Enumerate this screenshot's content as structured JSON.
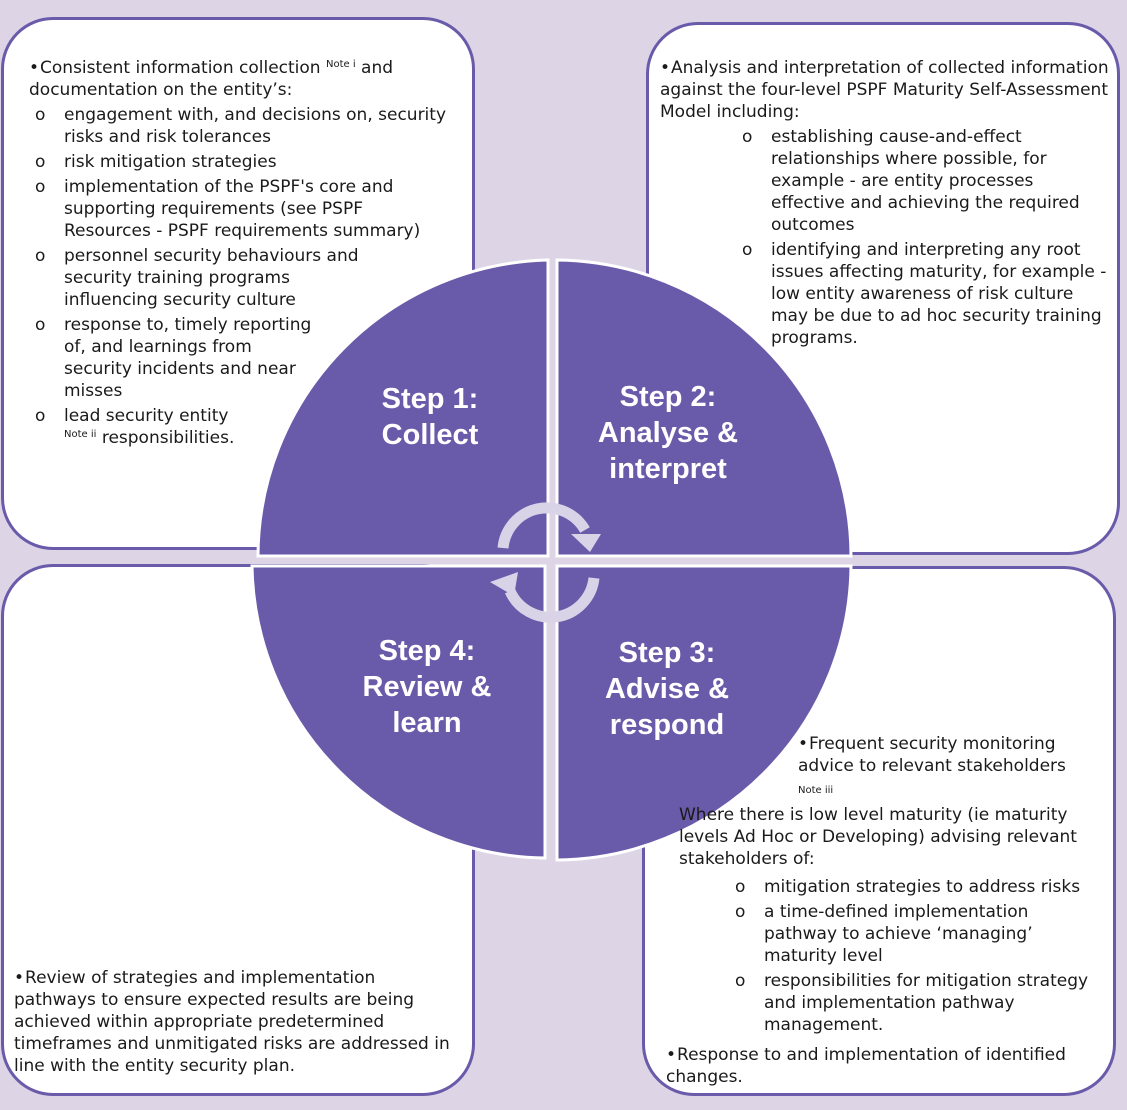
{
  "colors": {
    "background": "#ddd5e6",
    "quadrant_fill": "#6a5aaa",
    "panel_border": "#6a5aaa",
    "cycle_arrows": "#d9d3e8",
    "step_text": "#ffffff"
  },
  "steps": {
    "collect": {
      "line1": "Step 1:",
      "line2": "Collect"
    },
    "analyse": {
      "line1": "Step 2:",
      "line2": "Analyse &",
      "line3": "interpret"
    },
    "advise": {
      "line1": "Step 3:",
      "line2": "Advise &",
      "line3": "respond"
    },
    "review": {
      "line1": "Step 4:",
      "line2": "Review &",
      "line3": "learn"
    }
  },
  "collect": {
    "intro_a": "Consistent information collection",
    "intro_note": "Note i",
    "intro_b": " and documentation on the entity’s:",
    "items": [
      "engagement with, and decisions on, security risks and risk tolerances",
      "risk mitigation strategies",
      "implementation of the PSPF's core and supporting requirements (see PSPF Resources - PSPF requirements summary)",
      "personnel security behaviours and security training programs influencing security culture",
      "response to, timely reporting of, and learnings from security incidents and near misses"
    ],
    "last_item_a": "lead security entity",
    "last_item_note": "Note ii",
    "last_item_b": " responsibilities."
  },
  "analyse": {
    "intro": "Analysis and interpretation of collected information against the four-level PSPF Maturity Self-Assessment Model including:",
    "items": [
      "establishing cause-and-effect relationships where possible, for example - are entity processes effective and achieving the required outcomes",
      "identifying and interpreting any root issues affecting maturity, for example - low entity awareness of risk culture may be due to ad hoc security training programs."
    ]
  },
  "advise": {
    "bullet1": "Frequent security monitoring advice to relevant stakeholders",
    "bullet1_note": "Note iii",
    "bullet2": "Where there is low level maturity (ie maturity levels Ad Hoc or Developing) advising relevant stakeholders of:",
    "items": [
      "mitigation strategies to address risks",
      "a time-defined implementation pathway to achieve ‘managing’ maturity level",
      "responsibilities for mitigation strategy and implementation pathway management."
    ],
    "bullet3": "Response to and  implementation of identified changes."
  },
  "review": {
    "text": "Review of strategies and implementation pathways to ensure expected results are being achieved within appropriate predetermined timeframes and unmitigated risks are addressed in line with the entity security plan."
  }
}
